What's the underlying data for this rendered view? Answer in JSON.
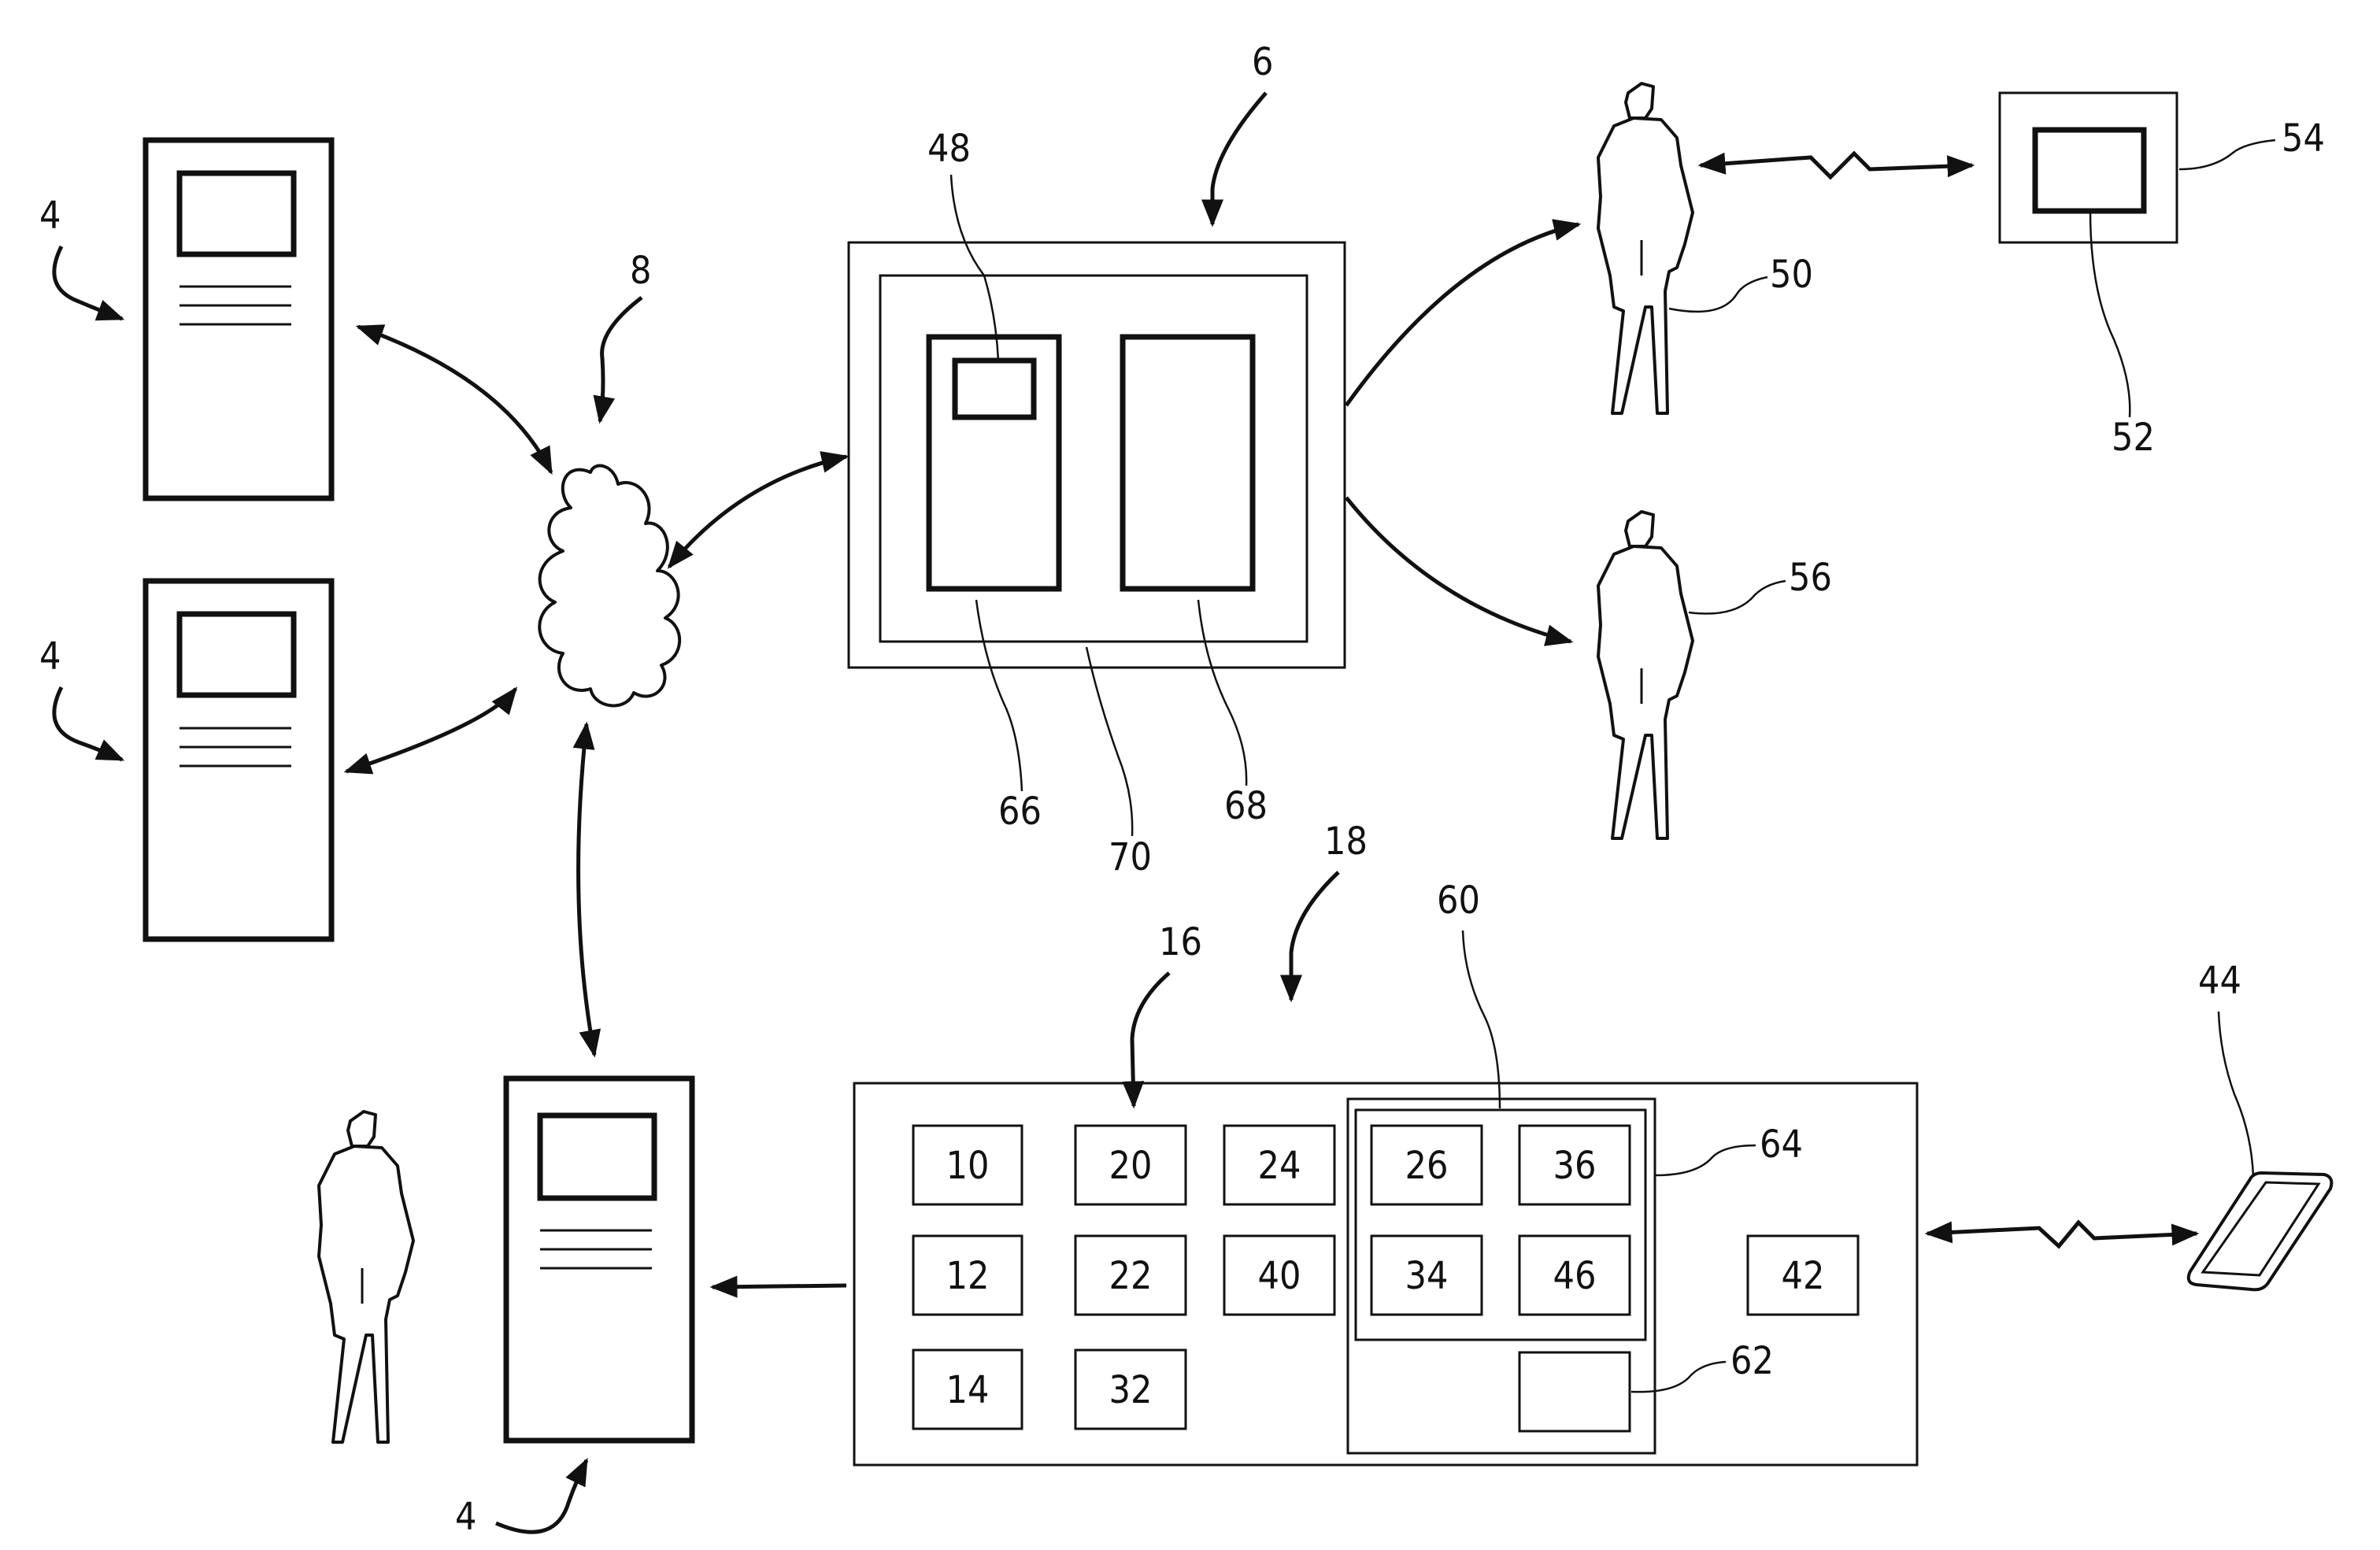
{
  "labels": {
    "terminal_top_ref": "4",
    "terminal_mid_ref": "4",
    "terminal_bottom_ref": "4",
    "network_ref": "8",
    "server_ref": "6",
    "server_display_ref": "48",
    "server_left_module_ref": "66",
    "server_inner_ref": "70",
    "server_right_module_ref": "68",
    "user_top_ref": "50",
    "user_mid_ref": "56",
    "tablet_ref": "54",
    "tablet_screen_ref": "52",
    "system_ref": "18",
    "module_group_ref": "16",
    "subsystem_ref": "60",
    "inner_group_ref": "64",
    "module_62_ref": "62",
    "phone_ref": "44"
  },
  "modules": [
    {
      "id": "10",
      "label": "10"
    },
    {
      "id": "12",
      "label": "12"
    },
    {
      "id": "14",
      "label": "14"
    },
    {
      "id": "20",
      "label": "20"
    },
    {
      "id": "22",
      "label": "22"
    },
    {
      "id": "32",
      "label": "32"
    },
    {
      "id": "24",
      "label": "24"
    },
    {
      "id": "40",
      "label": "40"
    },
    {
      "id": "26",
      "label": "26"
    },
    {
      "id": "36",
      "label": "36"
    },
    {
      "id": "34",
      "label": "34"
    },
    {
      "id": "46",
      "label": "46"
    },
    {
      "id": "42",
      "label": "42"
    }
  ]
}
